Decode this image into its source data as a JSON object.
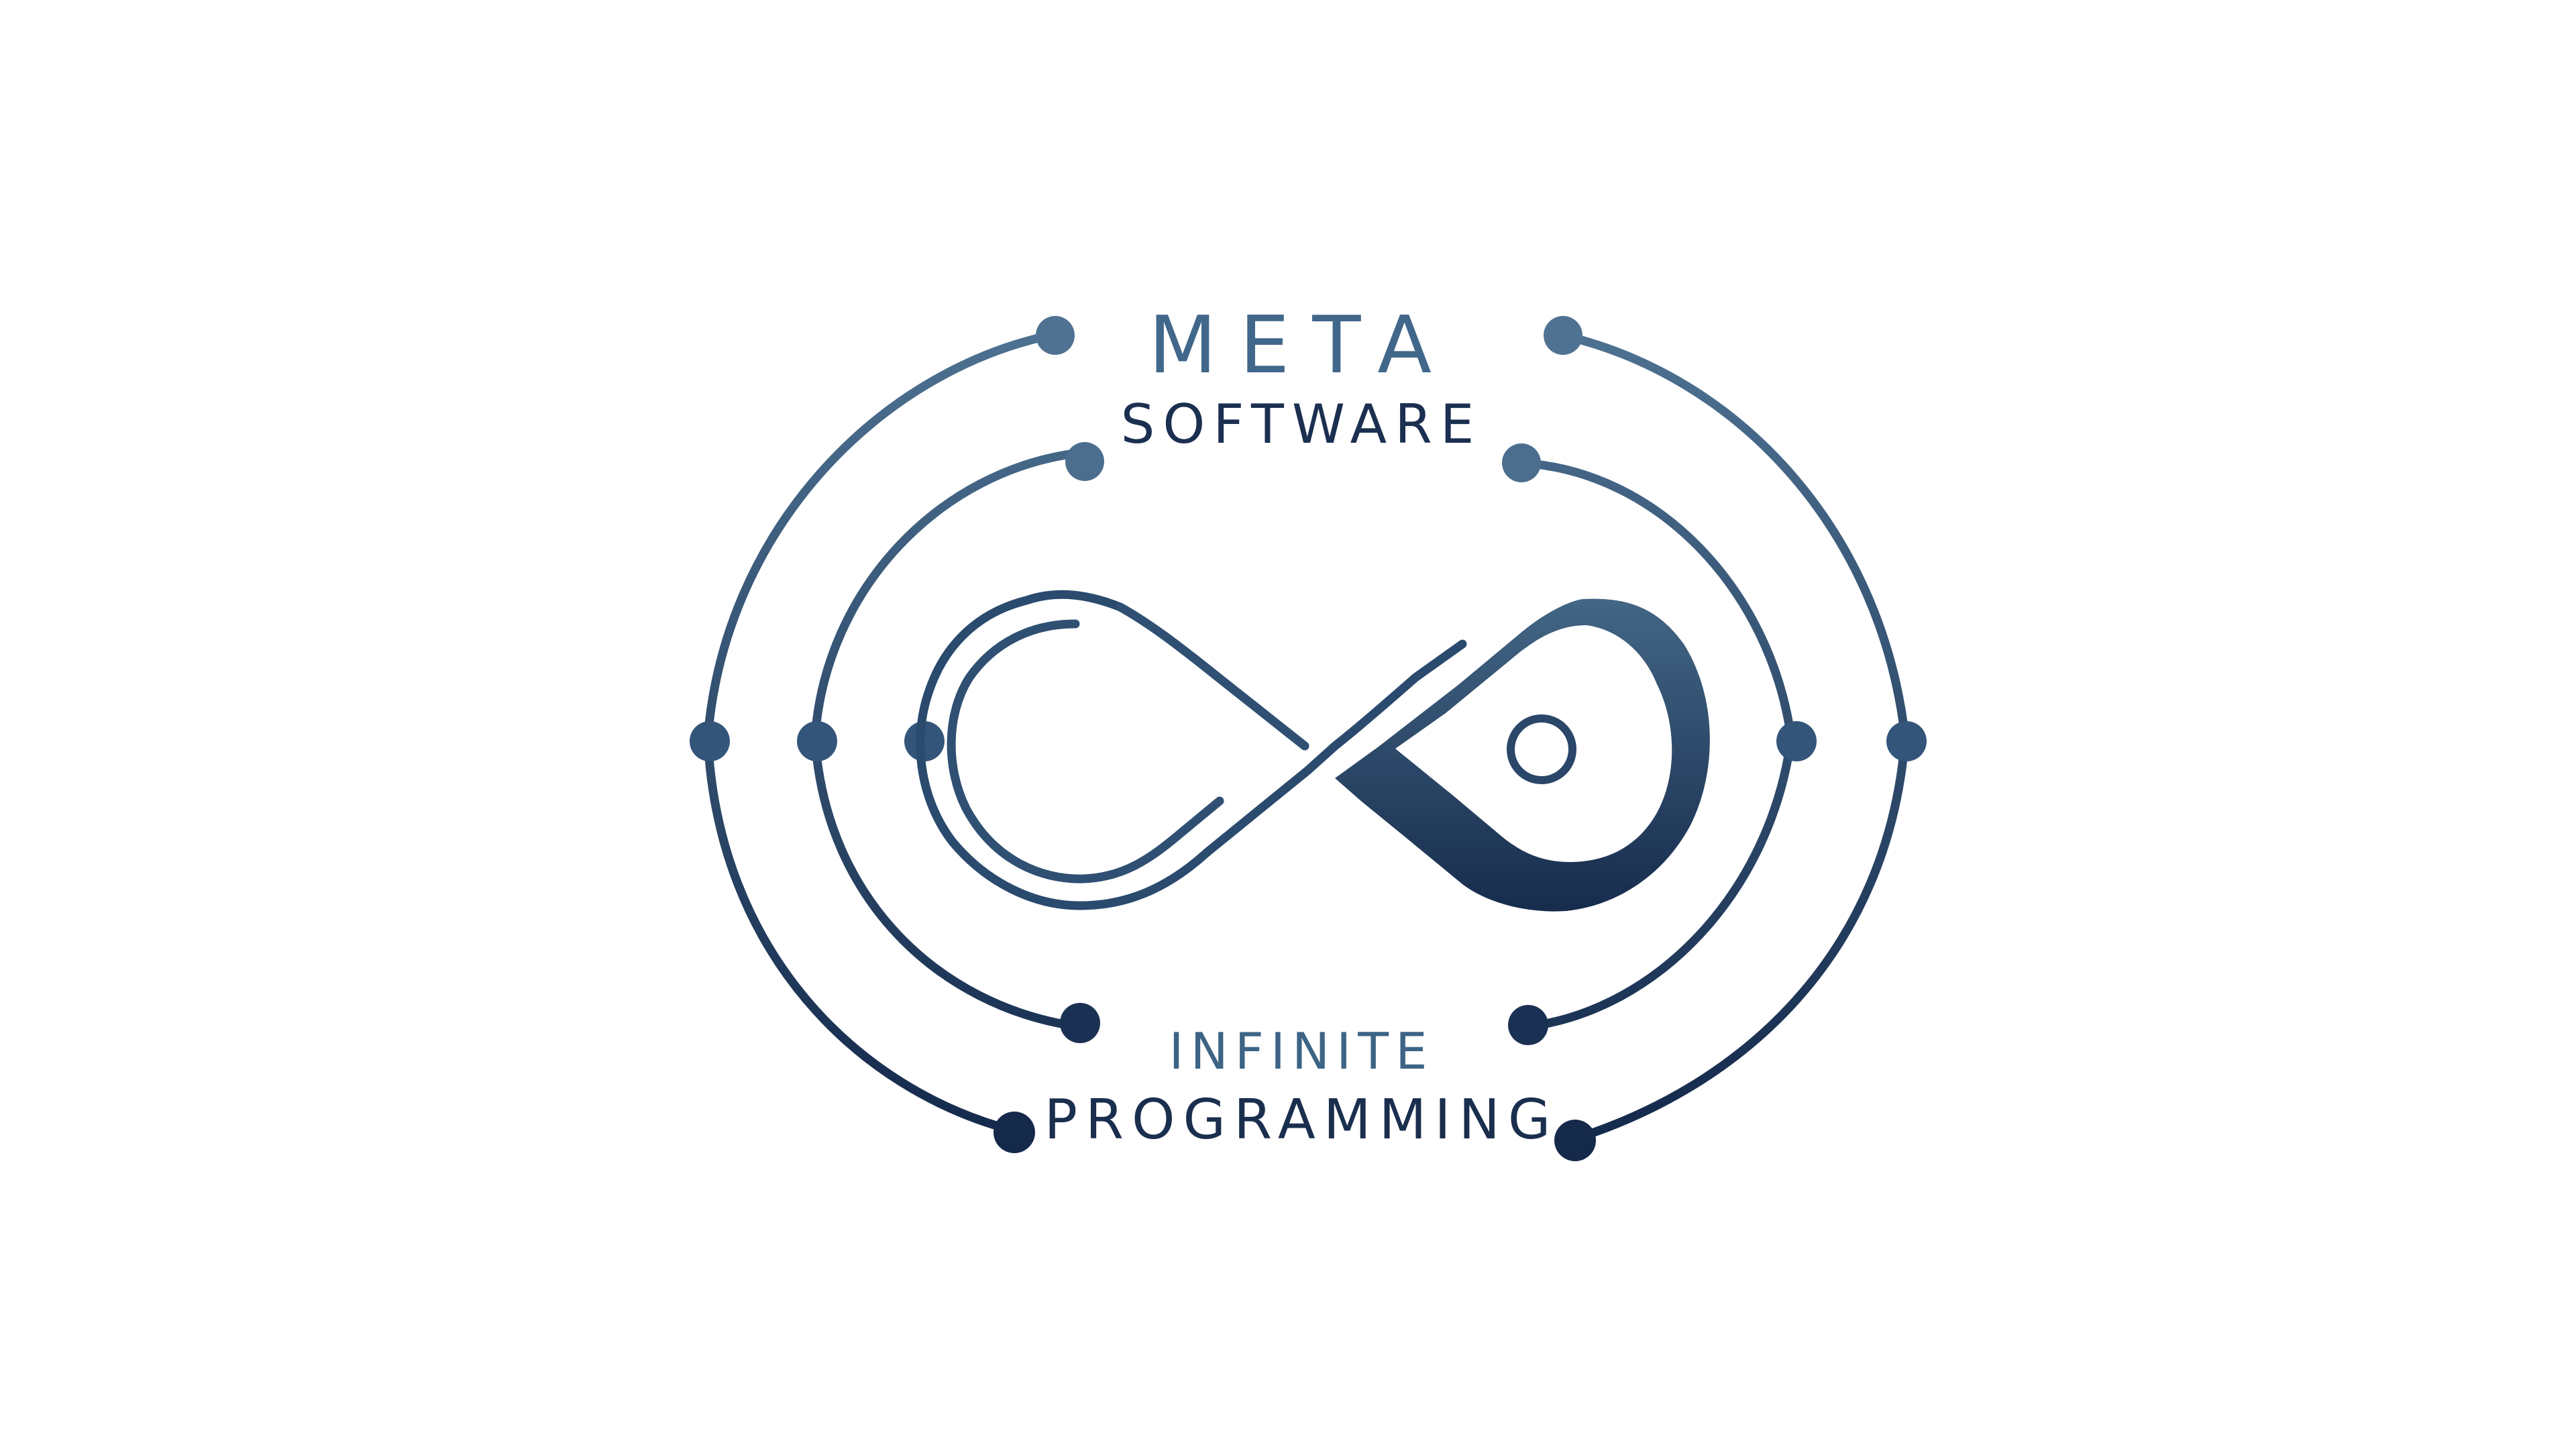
{
  "logo": {
    "line1": "META",
    "line2": "SOFTWARE",
    "line3": "INFINITE",
    "line4": "PROGRAMMING"
  },
  "colors": {
    "background": "#ffffff",
    "top": "#4e7191",
    "bottom": "#14294a",
    "text_dark": "#1a2e4e",
    "text_light": "#3f6584"
  }
}
